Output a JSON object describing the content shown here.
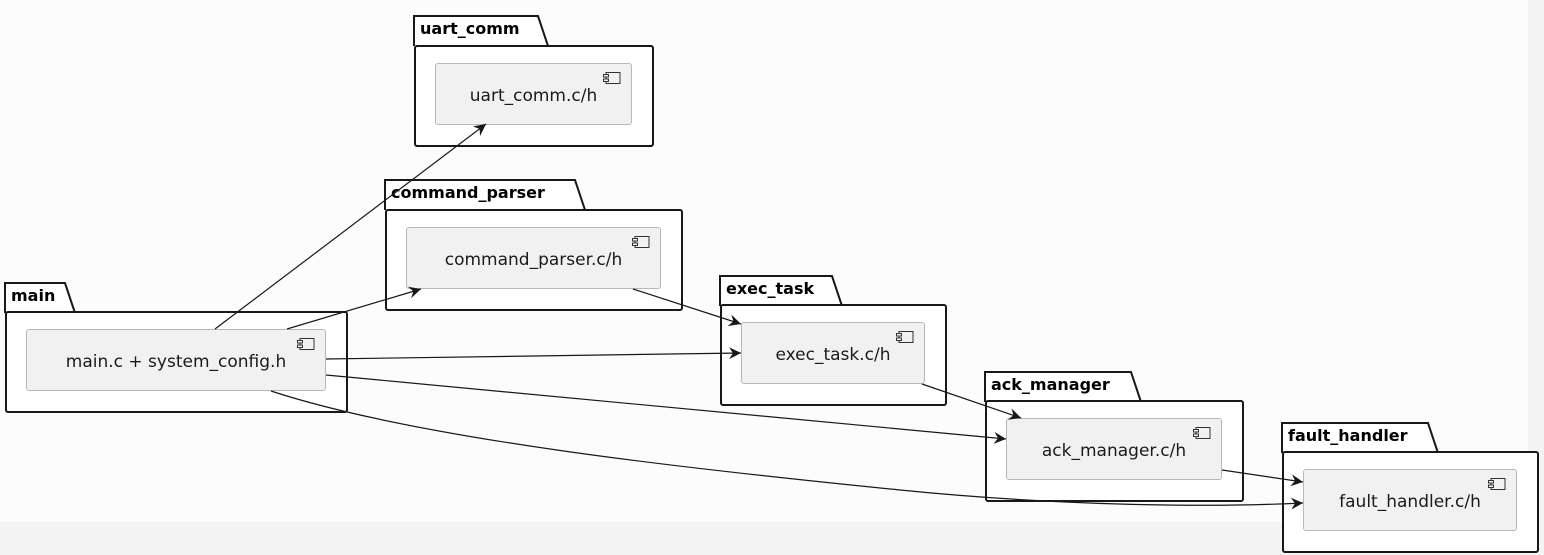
{
  "packages": [
    {
      "id": "uart_comm",
      "title": "uart_comm",
      "component": "uart_comm.c/h"
    },
    {
      "id": "command_parser",
      "title": "command_parser",
      "component": "command_parser.c/h"
    },
    {
      "id": "main",
      "title": "main",
      "component": "main.c + system_config.h"
    },
    {
      "id": "exec_task",
      "title": "exec_task",
      "component": "exec_task.c/h"
    },
    {
      "id": "ack_manager",
      "title": "ack_manager",
      "component": "ack_manager.c/h"
    },
    {
      "id": "fault_handler",
      "title": "fault_handler",
      "component": "fault_handler.c/h"
    }
  ],
  "dependencies": [
    {
      "from": "main",
      "to": "uart_comm"
    },
    {
      "from": "main",
      "to": "command_parser"
    },
    {
      "from": "main",
      "to": "exec_task"
    },
    {
      "from": "main",
      "to": "ack_manager"
    },
    {
      "from": "main",
      "to": "fault_handler"
    },
    {
      "from": "command_parser",
      "to": "exec_task"
    },
    {
      "from": "exec_task",
      "to": "ack_manager"
    },
    {
      "from": "ack_manager",
      "to": "fault_handler"
    }
  ],
  "colors": {
    "line": "#181818",
    "component_fill": "#f1f1f1",
    "component_border": "#b8b8b8"
  },
  "icons": {
    "component": "component-icon"
  }
}
